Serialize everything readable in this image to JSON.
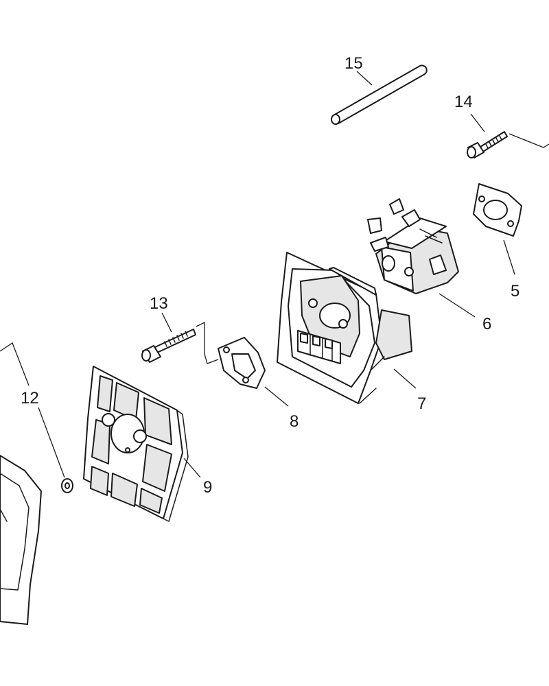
{
  "callouts": {
    "n15": "15",
    "n14": "14",
    "n5": "5",
    "n6": "6",
    "n7": "7",
    "n8": "8",
    "n9": "9",
    "n12": "12",
    "n13": "13"
  },
  "colors": {
    "ink": "#1a1a1a",
    "background": "#ffffff",
    "shade": "#e6e6e6"
  }
}
